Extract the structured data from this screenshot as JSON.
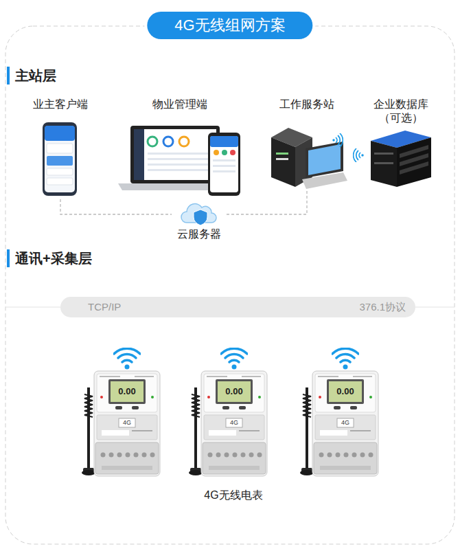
{
  "diagram": {
    "title": "4G无线组网方案",
    "nodes": [
      {
        "text": [
          "业主客户端"
        ]
      },
      {
        "text": [
          "物业管理端"
        ]
      },
      {
        "text": [
          "工作服务站"
        ]
      },
      {
        "text": [
          "企业数据库 （可选）"
        ]
      },
      {
        "text": [
          "云服务器"
        ]
      },
      {
        "text": [
          "TCP/IP",
          "376.1协议"
        ]
      },
      {
        "text": [
          "4G无线电表"
        ]
      },
      {
        "text": [
          "0.00",
          "4G"
        ],
        "in": 6
      },
      {
        "text": [
          "0.00",
          "4G"
        ],
        "in": 6
      },
      {
        "text": [
          "0.00",
          "4G"
        ],
        "in": 6
      }
    ],
    "edges": [
      {
        "from": 0,
        "to": 4,
        "arrow": "none"
      },
      {
        "from": 2,
        "to": 4,
        "arrow": "none"
      }
    ],
    "labels": [
      "主站层",
      "通讯+采集层"
    ]
  }
}
